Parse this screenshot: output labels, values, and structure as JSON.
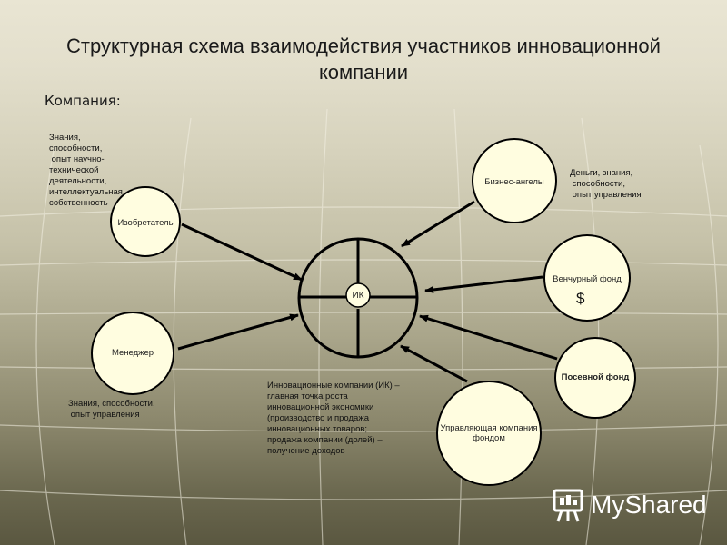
{
  "title": "Структурная схема взаимодействия участников инновационной компании",
  "subtitle": "Компания:",
  "center_label": "ИК",
  "nodes": {
    "inventor": "Изобретатель",
    "manager": "Менеджер",
    "angels": "Бизнес-ангелы",
    "venture": "Венчурный фонд",
    "seed": "Посевной фонд",
    "mgmt_company": "Управляющая компания фондом"
  },
  "notes": {
    "inventor": "Знания,\nспособности,\n опыт научно-\nтехнической\nдеятельности,\nинтеллектуальная\nсобственность",
    "angels": "Деньги, знания,\n способности,\n опыт управления",
    "manager": "Знания, способности,\n опыт управления",
    "center": "Инновационные компании (ИК) –\nглавная точка роста\nинновационной экономики\n(производство и продажа\nинновационных товаров;\nпродажа компании (долей) –\nполучение доходов"
  },
  "venture_symbol": "$",
  "logo_text": "MyShared",
  "colors": {
    "node_fill": "#fffde0",
    "stroke": "#000000",
    "logo": "#ffffff"
  }
}
